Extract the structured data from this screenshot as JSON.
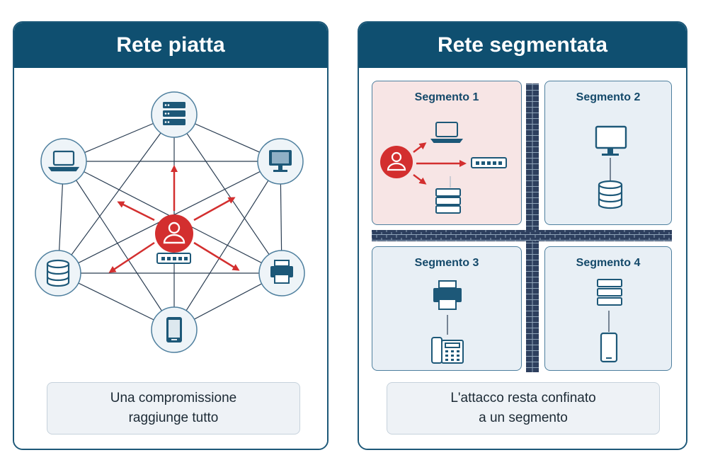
{
  "left_panel": {
    "title": "Rete piatta",
    "caption_line1": "Una compromissione",
    "caption_line2": "raggiunge tutto",
    "nodes": [
      "server-icon",
      "monitor-icon",
      "printer-icon",
      "phone-icon",
      "database-icon",
      "laptop-icon"
    ],
    "center": "attacker-icon",
    "extra": "switch-icon"
  },
  "right_panel": {
    "title": "Rete segmentata",
    "caption_line1": "L'attacco resta confinato",
    "caption_line2": "a un segmento",
    "segments": [
      {
        "label": "Segmento 1",
        "devices": [
          "attacker-icon",
          "laptop-icon",
          "switch-icon",
          "server-icon"
        ]
      },
      {
        "label": "Segmento 2",
        "devices": [
          "monitor-icon",
          "database-icon"
        ]
      },
      {
        "label": "Segmento 3",
        "devices": [
          "printer-icon",
          "desk-phone-icon"
        ]
      },
      {
        "label": "Segmento 4",
        "devices": [
          "server-icon",
          "phone-icon"
        ]
      }
    ]
  },
  "colors": {
    "header": "#0f4f70",
    "accent_red": "#d32f2f",
    "icon_blue": "#1d5878",
    "firewall": "#2d3f5e"
  }
}
